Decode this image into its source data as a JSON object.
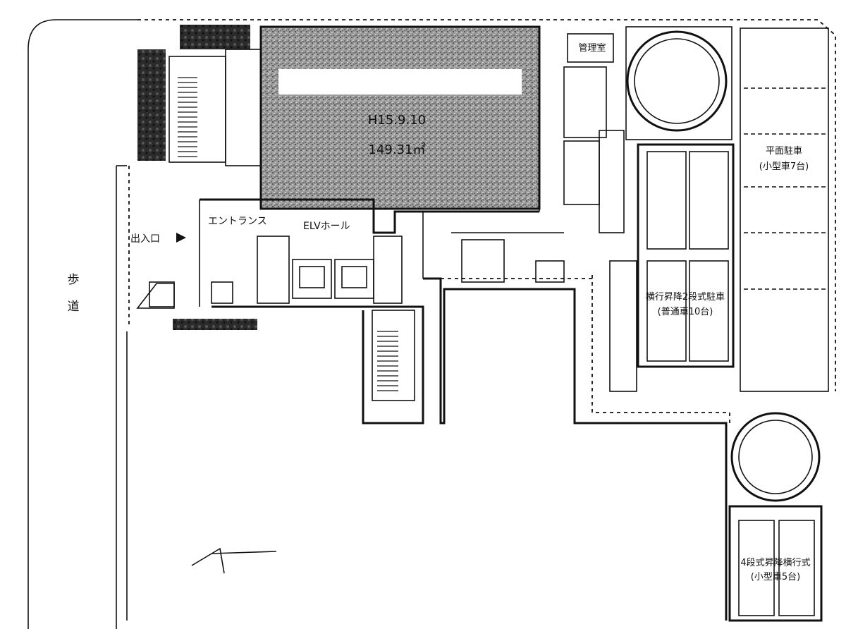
{
  "labels": {
    "sidewalk_1": "歩",
    "sidewalk_2": "道",
    "entrance_exit": "出入口",
    "entrance": "エントランス",
    "elv_hall": "ELVホール",
    "unit_date": "H15.9.10",
    "unit_area": "149.31㎡",
    "management_room": "管理室",
    "flat_parking_1": "平面駐車",
    "flat_parking_2": "(小型車7台)",
    "lift_parking_1": "横行昇降2段式駐車",
    "lift_parking_2": "(普通車10台)",
    "four_tier_parking_1": "4段式昇降横行式",
    "four_tier_parking_2": "(小型車5台)"
  },
  "icons": {
    "entrance_arrow": "triangle-right-icon",
    "north_arrow": "north-arrow-icon"
  },
  "colors": {
    "ink": "#111111",
    "hatch": "#8a8a8a",
    "hedge": "#2b2b2b",
    "paper": "#ffffff"
  }
}
